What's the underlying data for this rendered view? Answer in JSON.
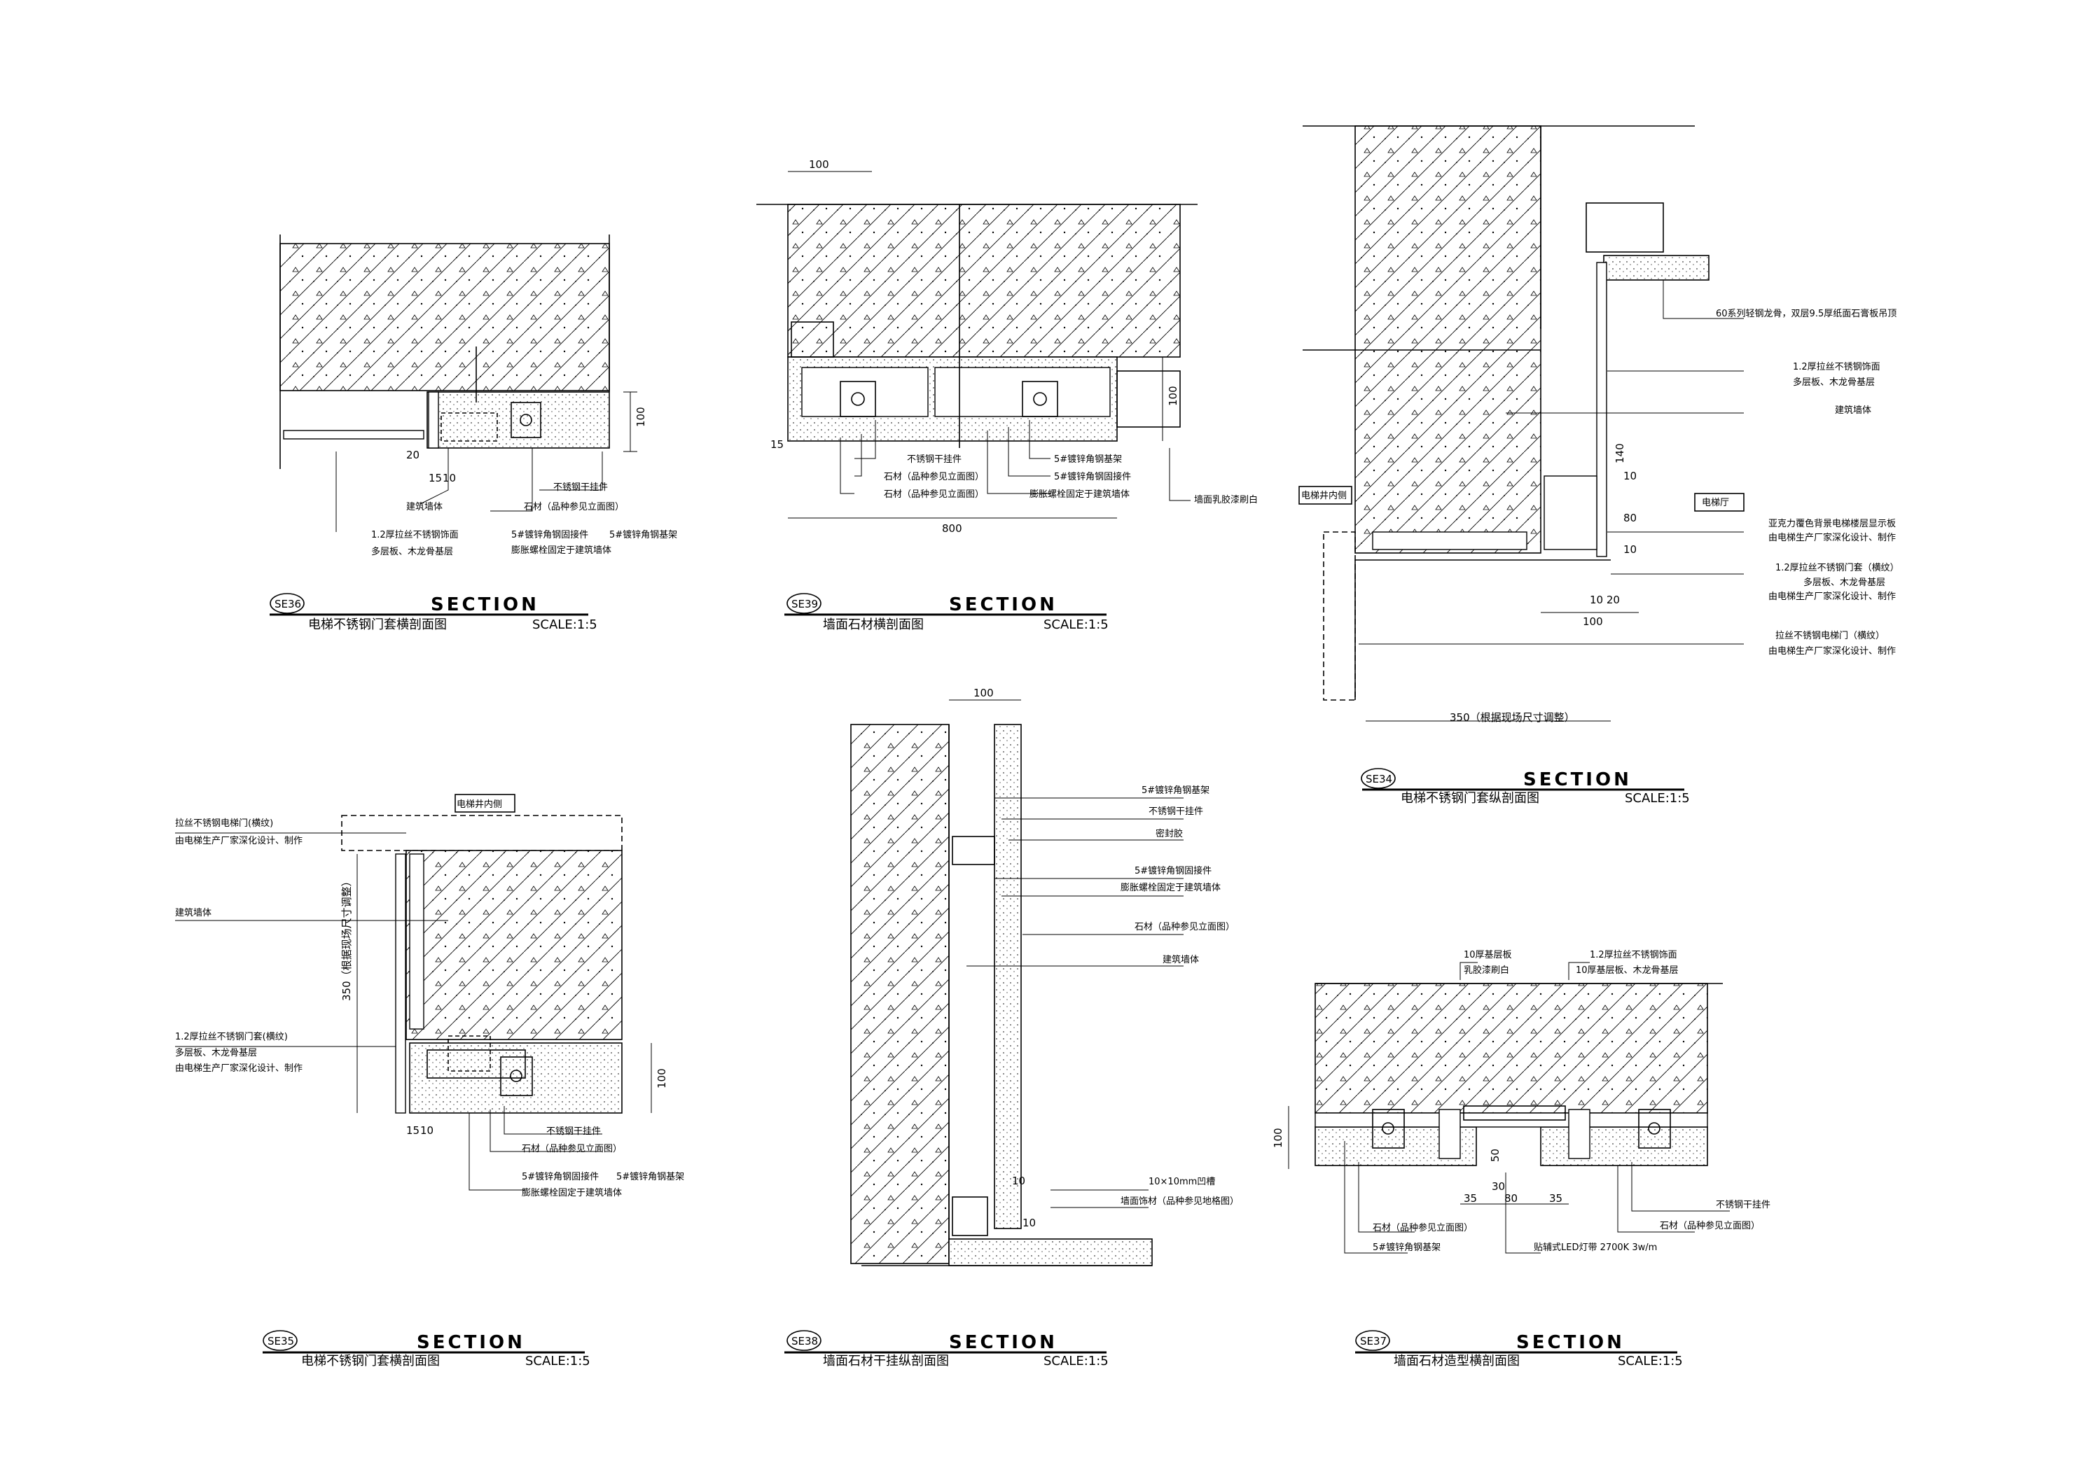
{
  "details": [
    {
      "tag": "SE36",
      "section": "SECTION",
      "scale": "SCALE:1:5",
      "title": "电梯不锈钢门套横剖面图",
      "labels": [
        "不锈钢干挂件",
        "石材（品种参见立面图）",
        "建筑墙体",
        "5#镀锌角钢固接件",
        "5#镀锌角钢基架",
        "膨胀螺栓固定于建筑墙体",
        "1.2厚拉丝不锈钢饰面",
        "多层板、木龙骨基层"
      ],
      "dims": [
        "100",
        "20",
        "15",
        "10"
      ]
    },
    {
      "tag": "SE39",
      "section": "SECTION",
      "scale": "SCALE:1:5",
      "title": "墙面石材横剖面图",
      "labels": [
        "不锈钢干挂件",
        "石材（品种参见立面图）",
        "石材（品种参见立面图）",
        "5#镀锌角钢基架",
        "5#镀锌角钢固接件",
        "膨胀螺栓固定于建筑墙体",
        "墙面乳胶漆刷白"
      ],
      "dims": [
        "100",
        "800",
        "100",
        "15"
      ]
    },
    {
      "tag": "SE34",
      "section": "SECTION",
      "scale": "SCALE:1:5",
      "title": "电梯不锈钢门套纵剖面图",
      "labels": [
        "60系列轻钢龙骨，双层9.5厚纸面石膏板吊顶",
        "1.2厚拉丝不锈钢饰面",
        "多层板、木龙骨基层",
        "建筑墙体",
        "电梯井内侧",
        "电梯厅",
        "亚克力覆色背景电梯楼层显示板",
        "由电梯生产厂家深化设计、制作",
        "1.2厚拉丝不锈钢门套（横纹）",
        "多层板、木龙骨基层",
        "由电梯生产厂家深化设计、制作",
        "拉丝不锈钢电梯门（横纹）",
        "由电梯生产厂家深化设计、制作"
      ],
      "dims": [
        "10",
        "80",
        "10",
        "140",
        "100",
        "10",
        "20",
        "350（根据现场尺寸调整）"
      ]
    },
    {
      "tag": "SE35",
      "section": "SECTION",
      "scale": "SCALE:1:5",
      "title": "电梯不锈钢门套横剖面图",
      "labels": [
        "电梯井内侧",
        "拉丝不锈钢电梯门(横纹)",
        "由电梯生产厂家深化设计、制作",
        "建筑墙体",
        "1.2厚拉丝不锈钢门套(横纹)",
        "多层板、木龙骨基层",
        "由电梯生产厂家深化设计、制作",
        "不锈钢干挂件",
        "石材（品种参见立面图）",
        "5#镀锌角钢固接件",
        "5#镀锌角钢基架",
        "膨胀螺栓固定于建筑墙体"
      ],
      "dims": [
        "350（根据现场尺寸调整）",
        "100",
        "10",
        "15",
        "10"
      ]
    },
    {
      "tag": "SE38",
      "section": "SECTION",
      "scale": "SCALE:1:5",
      "title": "墙面石材干挂纵剖面图",
      "labels": [
        "5#镀锌角钢基架",
        "不锈钢干挂件",
        "密封胶",
        "5#镀锌角钢固接件",
        "膨胀螺栓固定于建筑墙体",
        "石材（品种参见立面图）",
        "建筑墙体",
        "10×10mm凹槽",
        "墙面饰材（品种参见地格图）"
      ],
      "dims": [
        "100",
        "10",
        "10"
      ]
    },
    {
      "tag": "SE37",
      "section": "SECTION",
      "scale": "SCALE:1:5",
      "title": "墙面石材造型横剖面图",
      "labels": [
        "10厚基层板",
        "乳胶漆刷白",
        "1.2厚拉丝不锈钢饰面",
        "10厚基层板、木龙骨基层",
        "石材（品种参见立面图）",
        "5#镀锌角钢基架",
        "贴辅式LED灯带 2700K 3w/m",
        "不锈钢干挂件",
        "石材（品种参见立面图）"
      ],
      "dims": [
        "100",
        "50",
        "30",
        "35",
        "80",
        "35"
      ]
    }
  ]
}
